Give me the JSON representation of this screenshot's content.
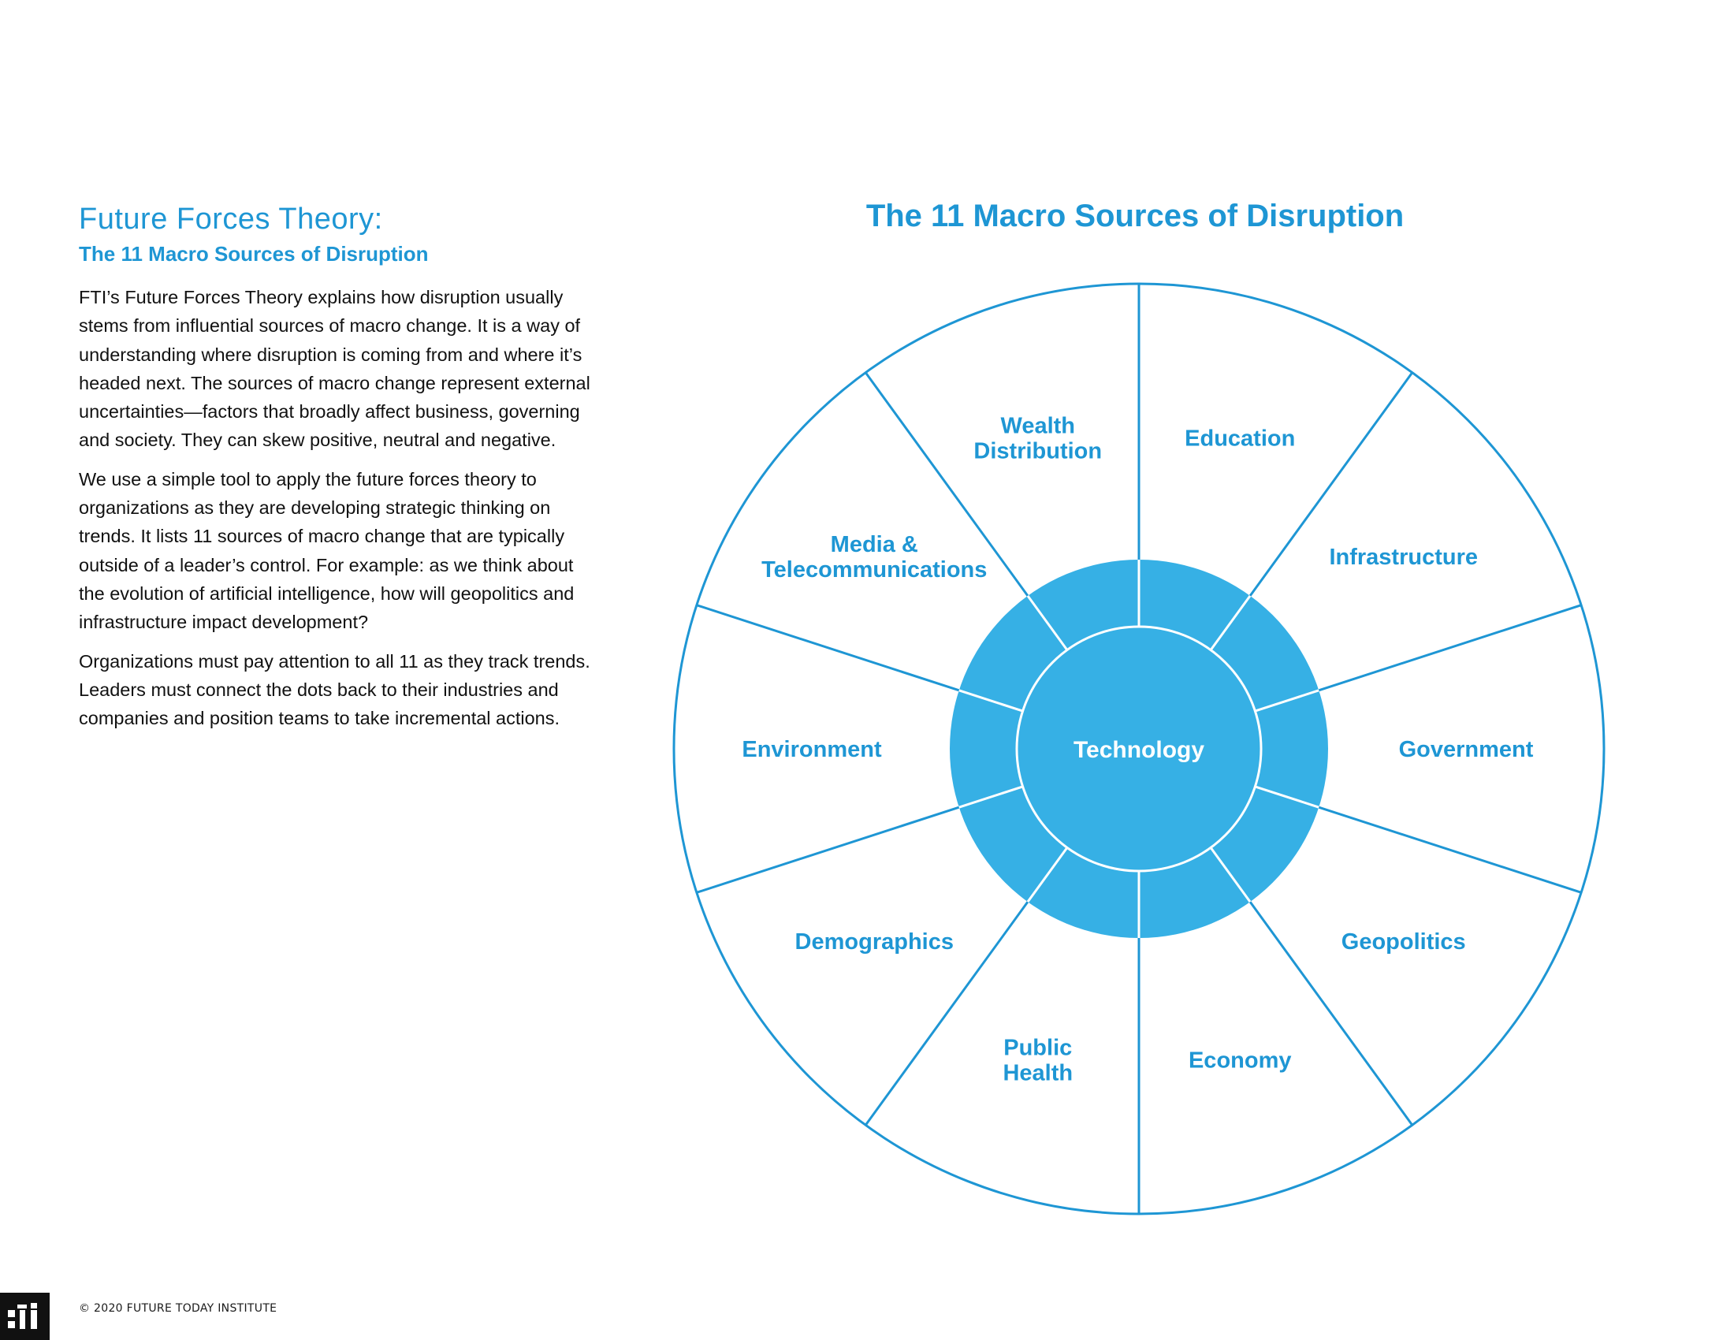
{
  "intro": {
    "heading": "Future Forces Theory:",
    "subheading": "The 11 Macro Sources of Disruption",
    "paragraphs": [
      "FTI’s Future Forces Theory explains how disruption usually stems from influential sources of macro change. It is a way of understanding where disruption is coming from and where it’s headed next. The sources of macro change represent external uncertainties—factors that broadly affect business, governing and society. They can skew positive, neutral and negative.",
      "We use a simple tool to apply the future forces theory to organizations as they are developing strategic thinking on trends. It lists 11 sources of macro change that are typically outside of a leader’s control. For example: as we think about the evolution of artificial intelligence, how will geopolitics and infrastructure impact development?",
      "Organizations must pay attention to all 11 as they track trends. Leaders must connect the dots back to their industries and companies and position teams to take incremental actions."
    ]
  },
  "diagram": {
    "title": "The 11 Macro Sources of Disruption",
    "center_label": "Technology",
    "sectors": [
      [
        "Education"
      ],
      [
        "Infrastructure"
      ],
      [
        "Government"
      ],
      [
        "Geopolitics"
      ],
      [
        "Economy"
      ],
      [
        "Public",
        "Health"
      ],
      [
        "Demographics"
      ],
      [
        "Environment"
      ],
      [
        "Media &",
        "Telecommunications"
      ],
      [
        "Wealth",
        "Distribution"
      ]
    ],
    "colors": {
      "accent": "#1e96d4",
      "ring_fill": "#36b0e5",
      "ring_stroke": "#ffffff"
    }
  },
  "footer": {
    "copyright": "© 2020 FUTURE TODAY INSTITUTE"
  }
}
